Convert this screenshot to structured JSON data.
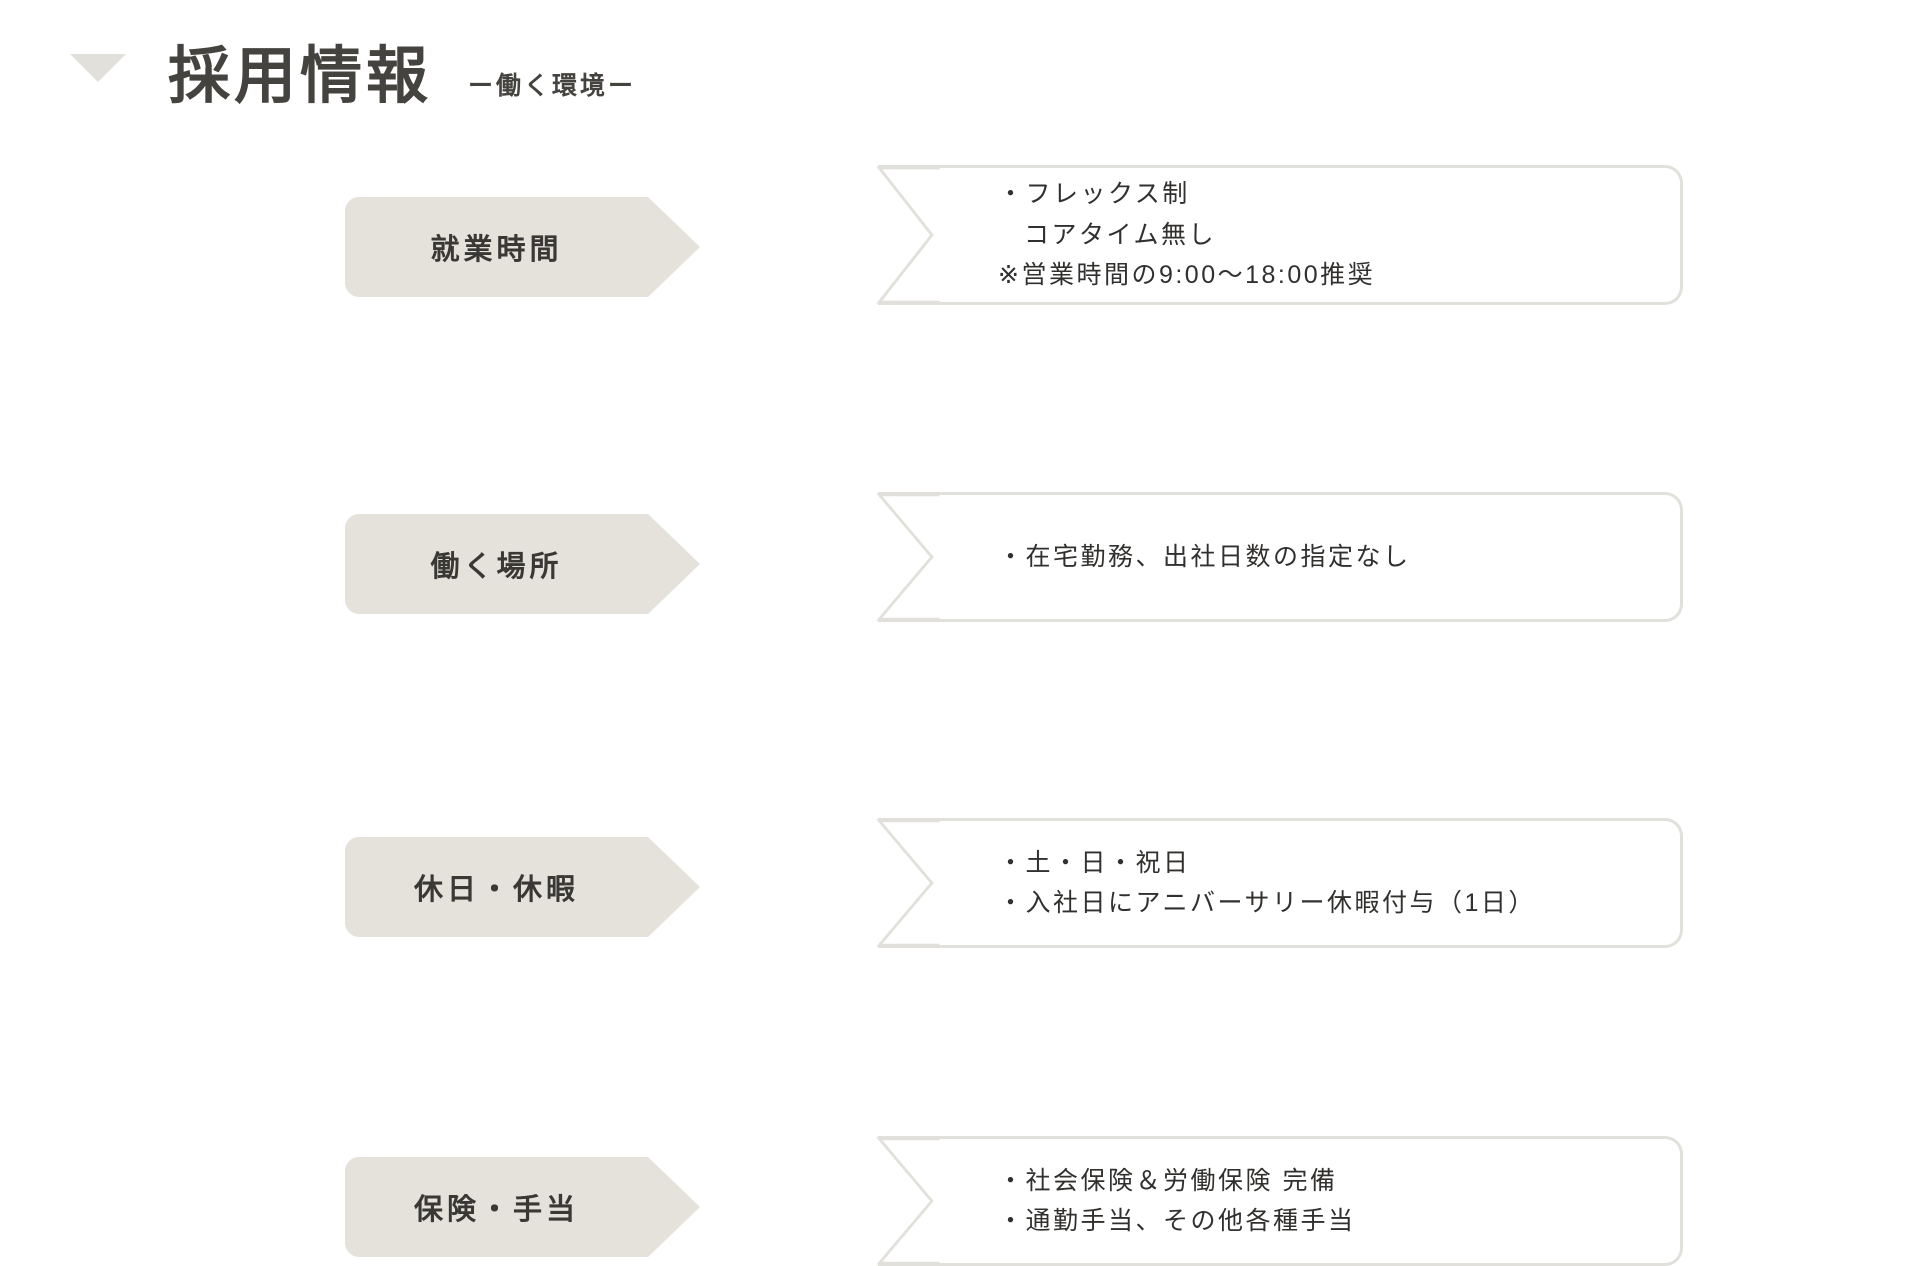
{
  "header": {
    "marker_icon": "triangle-down-icon",
    "title": "採用情報",
    "subtitle": "ー働く環境ー"
  },
  "colors": {
    "tag_fill": "#e4e2db",
    "box_border": "#e2e0da",
    "title_text": "#45433f",
    "body_text": "#32302e",
    "background": "#ffffff"
  },
  "rows": [
    {
      "label": "就業時間",
      "lines": [
        {
          "text": "・フレックス制",
          "indent": false
        },
        {
          "text": "コアタイム無し",
          "indent": true
        },
        {
          "text": "※営業時間の9:00〜18:00推奨",
          "indent": false
        }
      ]
    },
    {
      "label": "働く場所",
      "lines": [
        {
          "text": "・在宅勤務、出社日数の指定なし",
          "indent": false
        }
      ]
    },
    {
      "label": "休日・休暇",
      "lines": [
        {
          "text": "・土・日・祝日",
          "indent": false
        },
        {
          "text": "・入社日にアニバーサリー休暇付与（1日）",
          "indent": false
        }
      ]
    },
    {
      "label": "保険・手当",
      "lines": [
        {
          "text": "・社会保険＆労働保険 完備",
          "indent": false
        },
        {
          "text": "・通勤手当、その他各種手当",
          "indent": false
        }
      ]
    }
  ]
}
